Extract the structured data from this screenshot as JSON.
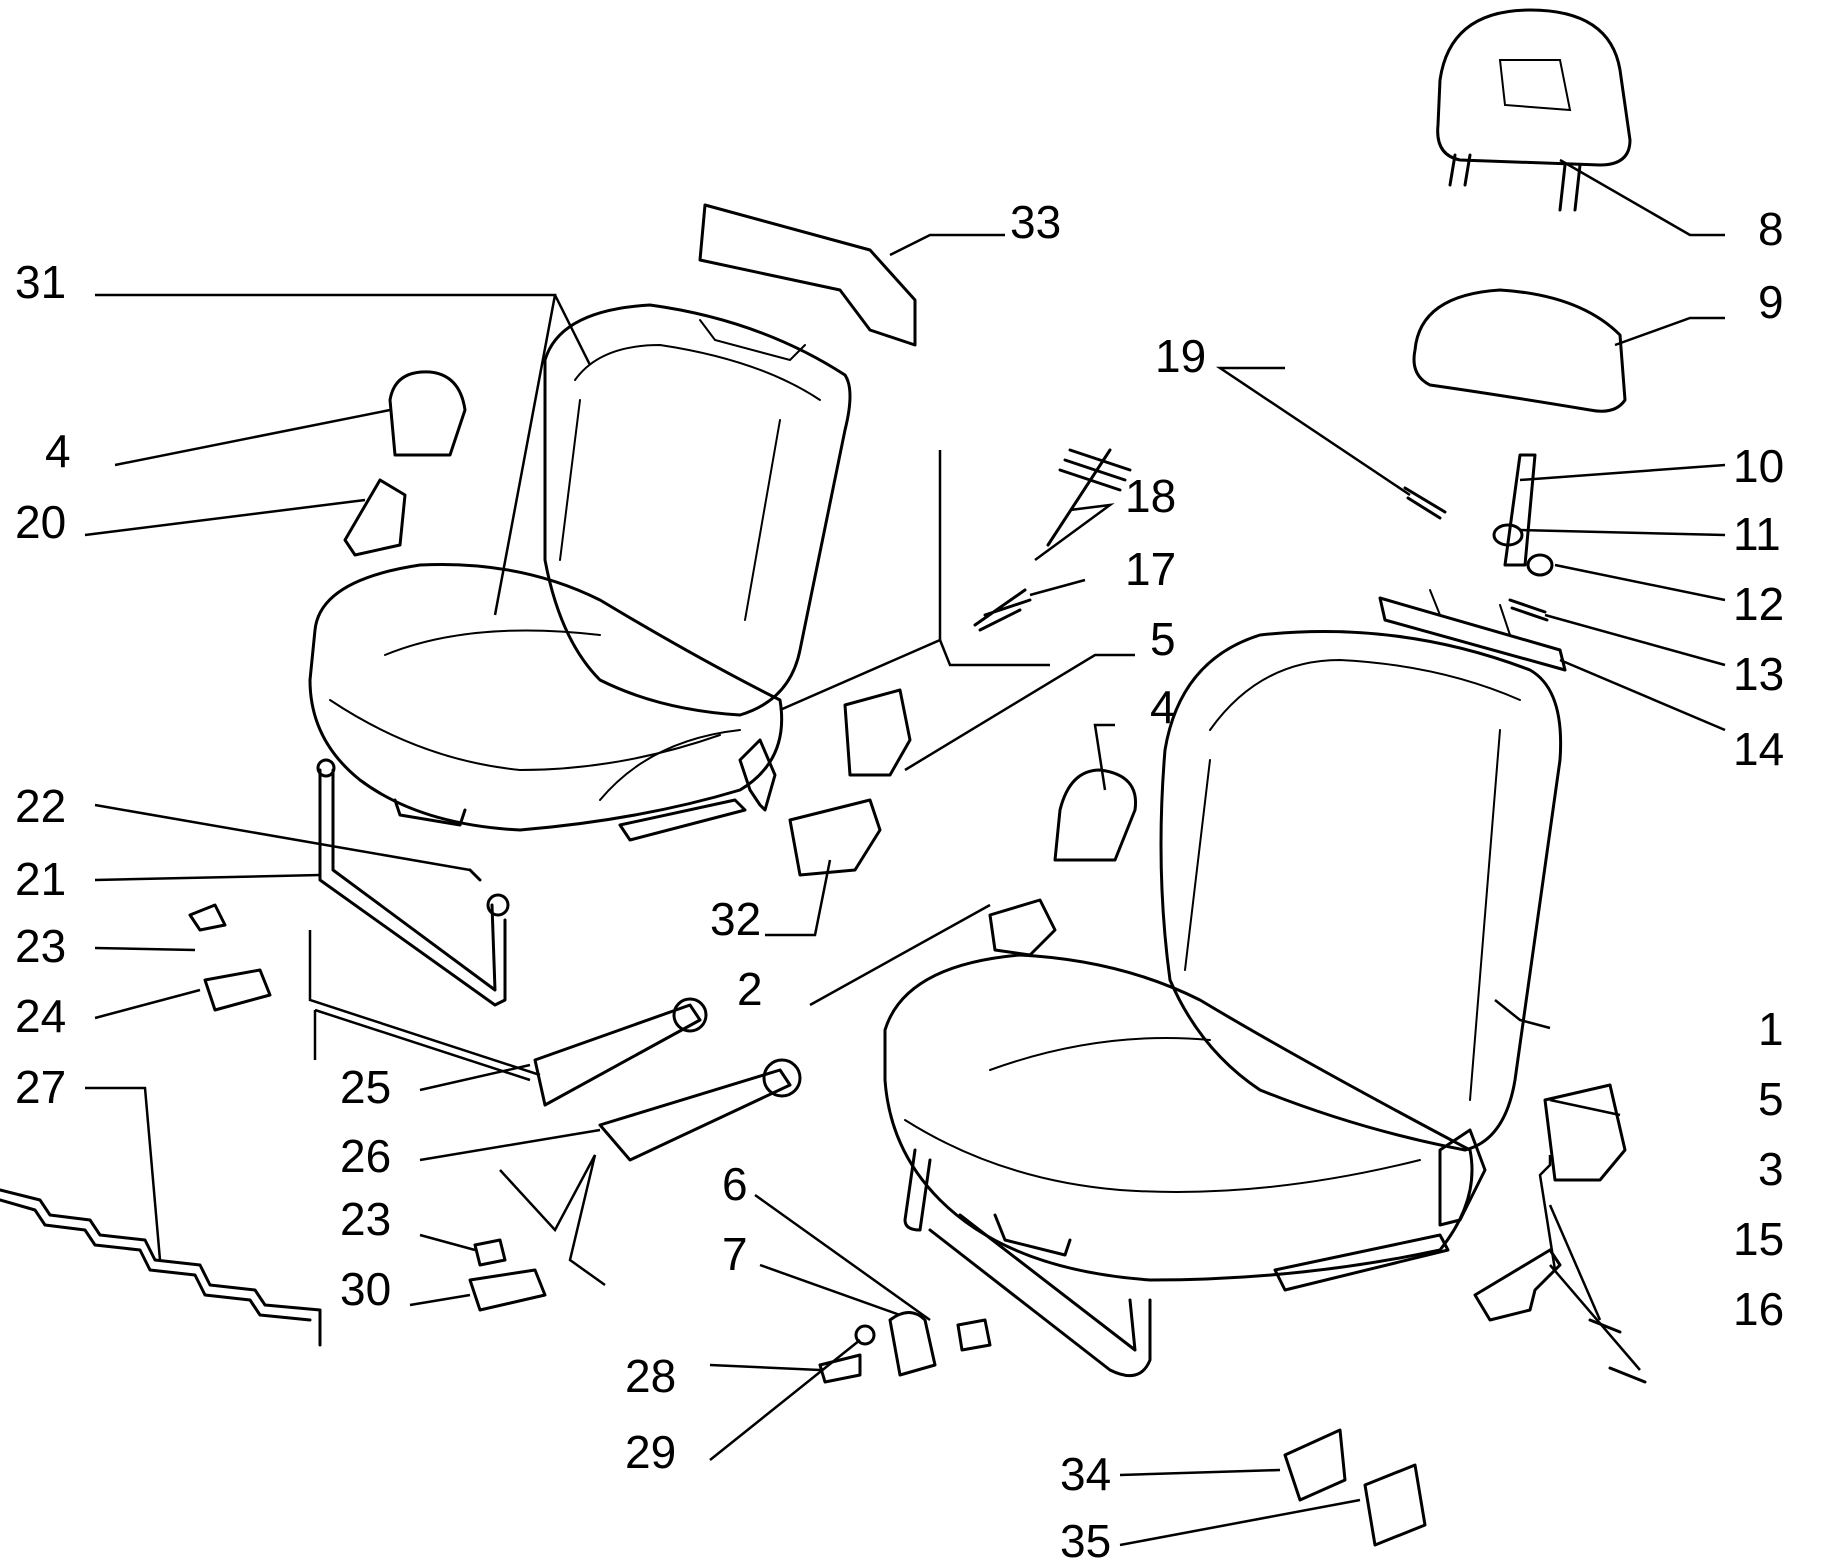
{
  "labels": {
    "l1": "1",
    "l2": "2",
    "l3": "3",
    "l4a": "4",
    "l4b": "4",
    "l5a": "5",
    "l5b": "5",
    "l6": "6",
    "l7": "7",
    "l8": "8",
    "l9": "9",
    "l10": "10",
    "l11": "11",
    "l12": "12",
    "l13": "13",
    "l14": "14",
    "l15": "15",
    "l16": "16",
    "l17": "17",
    "l18": "18",
    "l19": "19",
    "l20": "20",
    "l21": "21",
    "l22": "22",
    "l23a": "23",
    "l23b": "23",
    "l24": "24",
    "l25": "25",
    "l26": "26",
    "l27": "27",
    "l28": "28",
    "l29": "29",
    "l30": "30",
    "l31": "31",
    "l32": "32",
    "l33": "33",
    "l34": "34",
    "l35": "35"
  }
}
